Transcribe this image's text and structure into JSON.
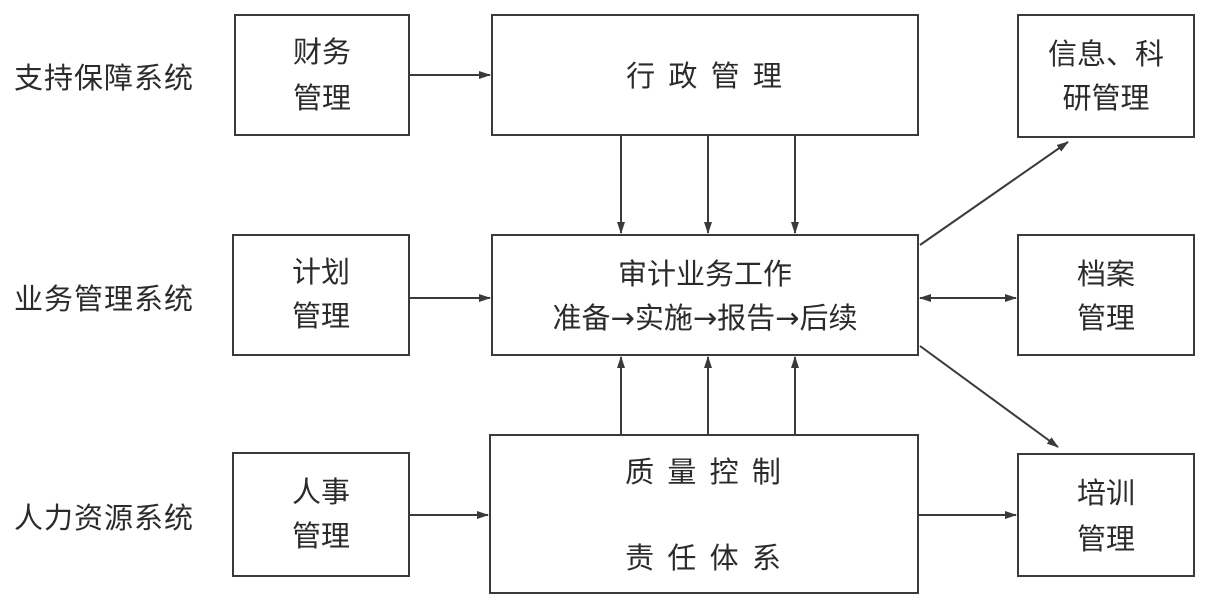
{
  "rows": {
    "support": "支持保障系统",
    "business": "业务管理系统",
    "hr": "人力资源系统"
  },
  "boxes": {
    "finance": {
      "line1": "财务",
      "line2": "管理"
    },
    "admin": {
      "label": "行 政 管 理"
    },
    "research": {
      "line1": "信息、科",
      "line2": "研管理"
    },
    "plan": {
      "line1": "计划",
      "line2": "管理"
    },
    "audit": {
      "title": "审计业务工作",
      "flow": "准备→实施→报告→后续"
    },
    "archive": {
      "line1": "档案",
      "line2": "管理"
    },
    "personnel": {
      "line1": "人事",
      "line2": "管理"
    },
    "quality": {
      "line1": "质 量 控 制",
      "line2": "责 任 体 系"
    },
    "training": {
      "line1": "培训",
      "line2": "管理"
    }
  }
}
